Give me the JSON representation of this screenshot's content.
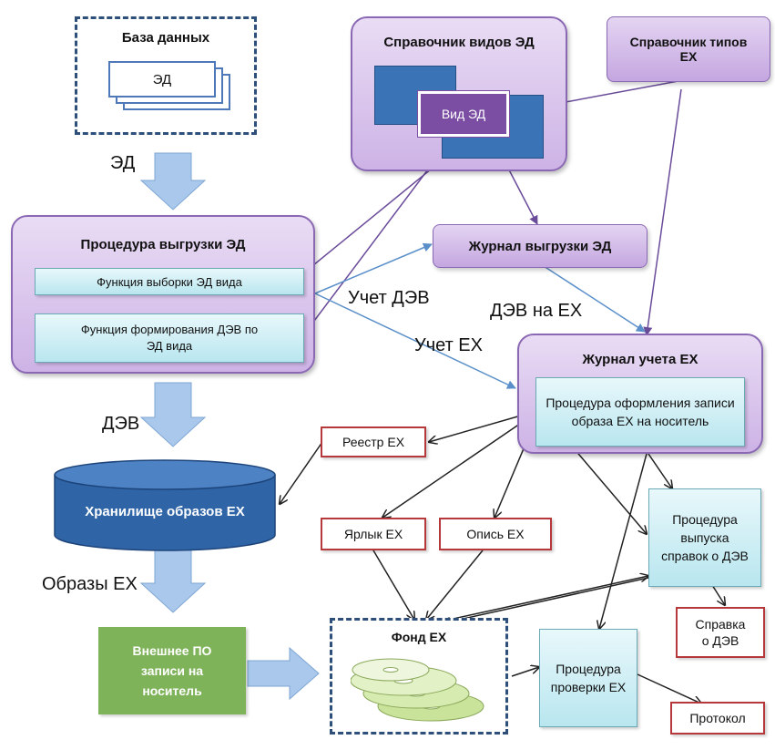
{
  "nodes": {
    "database": {
      "title": "База данных",
      "doc": "ЭД"
    },
    "doc_type_directory": {
      "title": "Справочник  видов ЭД",
      "item": "Вид ЭД"
    },
    "ex_type_directory": {
      "title": "Справочник типов ЕХ"
    },
    "export_procedure": {
      "title": "Процедура выгрузки ЭД",
      "func_select": "Функция  выборки ЭД вида",
      "func_form": "Функция формирования ДЭВ по ЭД вида"
    },
    "export_log": {
      "title": "Журнал  выгрузки  ЭД"
    },
    "ex_registry_log": {
      "title": "Журнал учета ЕХ",
      "procedure": "Процедура оформления записи образа ЕХ на носитель"
    },
    "ex_register": {
      "title": "Реестр ЕХ"
    },
    "storage": {
      "title": "Хранилище  образов ЕХ"
    },
    "ex_label": {
      "title": "Ярлык ЕХ"
    },
    "ex_inventory": {
      "title": "Опись ЕХ"
    },
    "certificate_procedure": {
      "title": "Процедура выпуска справок о ДЭВ"
    },
    "certificate": {
      "title": "Справка о ДЭВ"
    },
    "external_software": {
      "title": "Внешнее ПО записи на носитель"
    },
    "ex_fund": {
      "title": "Фонд ЕХ"
    },
    "check_procedure": {
      "title": "Процедура проверки ЕХ"
    },
    "protocol": {
      "title": "Протокол"
    }
  },
  "flow_labels": {
    "ed": "ЭД",
    "dev": "ДЭВ",
    "ex_images": "Образы ЕХ",
    "dev_accounting": "Учет ДЭВ",
    "ex_accounting": "Учет ЕХ",
    "dev_on_ex": "ДЭВ на ЕХ"
  },
  "colors": {
    "purple_fill": "#cdb3e6",
    "cyan_fill": "#b9e6ef",
    "red_border": "#b7383a",
    "storage_blue": "#2f64a6",
    "green": "#7fb35a",
    "flow_arrow": "#a9c8ec"
  }
}
